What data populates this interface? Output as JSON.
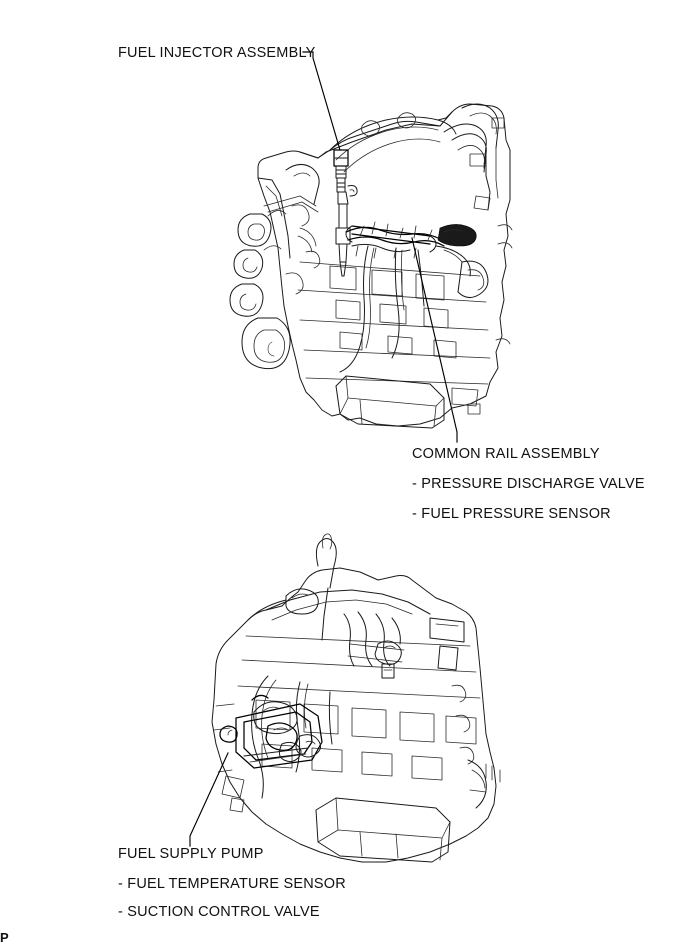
{
  "page": {
    "background_color": "#ffffff",
    "line_color": "#1a1a1a",
    "corner_mark": "P"
  },
  "figure": {
    "type": "technical-line-drawing",
    "subject": "diesel engine fuel system component locations",
    "views": [
      {
        "id": "upper-view",
        "name": "engine-upper-view",
        "description": "Engine assembly viewed from the intake / front-upper side showing fuel injector and common rail"
      },
      {
        "id": "lower-view",
        "name": "engine-lower-view",
        "description": "Engine assembly viewed from the opposite side showing the fuel supply pump"
      }
    ]
  },
  "callouts": [
    {
      "id": "fuel-injector",
      "title": "FUEL INJECTOR ASSEMBLY",
      "items": [],
      "anchor_view": "upper-view"
    },
    {
      "id": "common-rail",
      "title": "COMMON RAIL ASSEMBLY",
      "items": [
        "- PRESSURE DISCHARGE VALVE",
        "- FUEL PRESSURE SENSOR"
      ],
      "anchor_view": "upper-view"
    },
    {
      "id": "fuel-supply-pump",
      "title": "FUEL SUPPLY PUMP",
      "items": [
        "- FUEL TEMPERATURE SENSOR",
        "- SUCTION CONTROL VALVE"
      ],
      "anchor_view": "lower-view"
    }
  ]
}
